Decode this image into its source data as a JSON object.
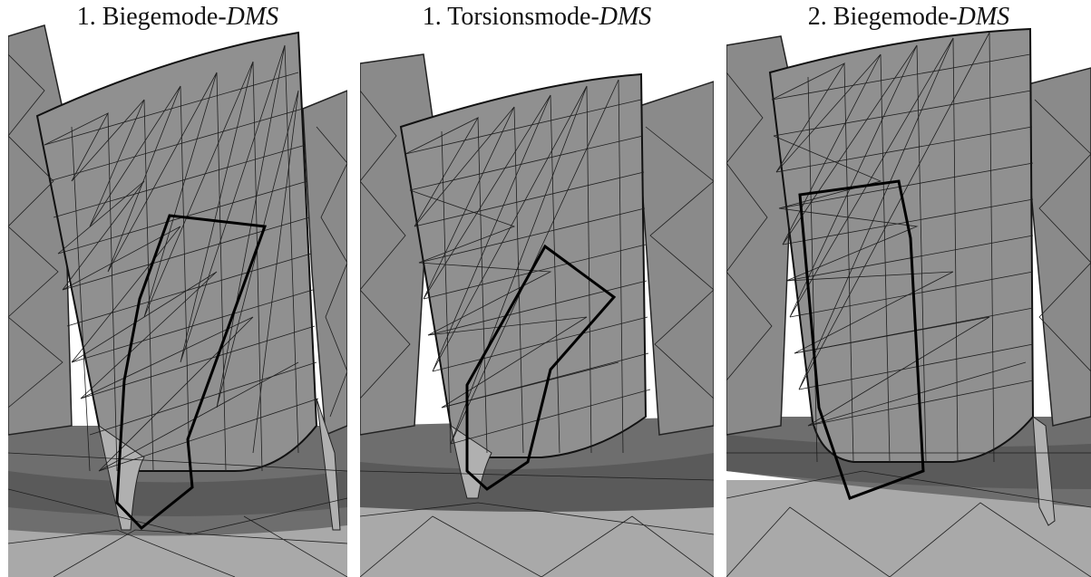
{
  "figure": {
    "panels": [
      {
        "id": "bending-1",
        "number": "1.",
        "mode": "Biegemode-",
        "gauge": "DMS"
      },
      {
        "id": "torsion-1",
        "number": "1.",
        "mode": "Torsionsmode-",
        "gauge": "DMS"
      },
      {
        "id": "bending-2",
        "number": "2.",
        "mode": "Biegemode-",
        "gauge": "DMS"
      }
    ]
  },
  "colors": {
    "blade": "#909090",
    "blade_dark": "#7c7c7c",
    "hub": "#6e6e6e",
    "hub_dark": "#5a5a5a",
    "ground": "#a9a9a9",
    "mesh_line": "#1e1e1e",
    "gauge_outline": "#000000"
  }
}
